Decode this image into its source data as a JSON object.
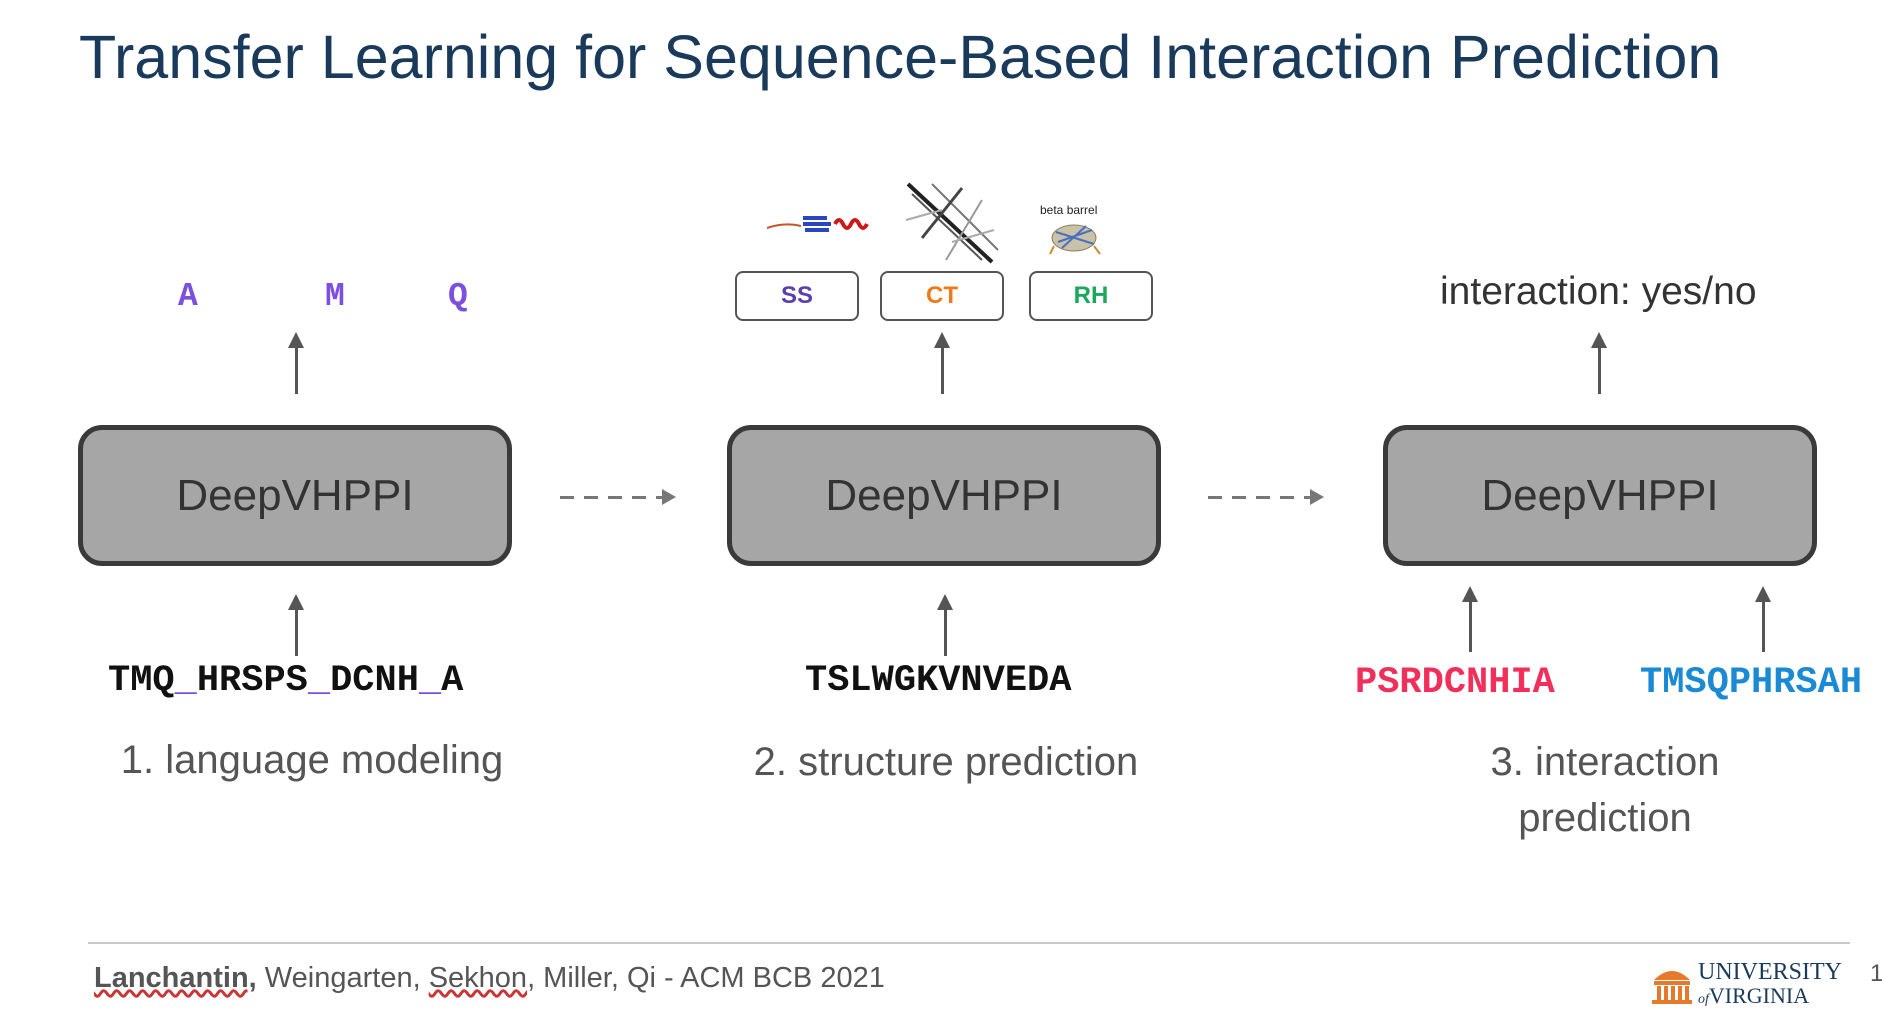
{
  "title": "Transfer Learning for Sequence-Based Interaction Prediction",
  "model_name": "DeepVHPPI",
  "stage1": {
    "outputs": [
      "A",
      "M",
      "Q"
    ],
    "sequence_parts": [
      "TMQ",
      "_",
      "HRSPS",
      "_",
      "DCNH",
      "_",
      "A"
    ],
    "label": "1. language modeling"
  },
  "stage2": {
    "image_caption": "beta barrel",
    "tasks": [
      {
        "label": "SS",
        "color": "#5b3fb0"
      },
      {
        "label": "CT",
        "color": "#f07a1a"
      },
      {
        "label": "RH",
        "color": "#1aa85a"
      }
    ],
    "sequence": "TSLWGKVNVEDA",
    "label": "2. structure prediction"
  },
  "stage3": {
    "output": "interaction: yes/no",
    "sequence_a": "PSRDCNHIA",
    "sequence_a_color": "#f0305a",
    "sequence_b": "TMSQPHRSAH",
    "sequence_b_color": "#1a8ad4",
    "label_line1": "3. interaction",
    "label_line2": "prediction"
  },
  "footer": {
    "lead_author": "Lanchantin,",
    "author2": "Weingarten,",
    "author3": "Sekhon",
    "rest": ", Miller, Qi -  ACM BCB 2021"
  },
  "logo": {
    "line1": "UNIVERSITY",
    "line2": "of",
    "line3": "VIRGINIA"
  },
  "page_number": "1",
  "colors": {
    "title": "#1a3a5c",
    "box_fill": "#a6a6a6",
    "box_border": "#3a3a3a",
    "mask_token": "#7b4fe0",
    "logo": "#e57a2c"
  }
}
